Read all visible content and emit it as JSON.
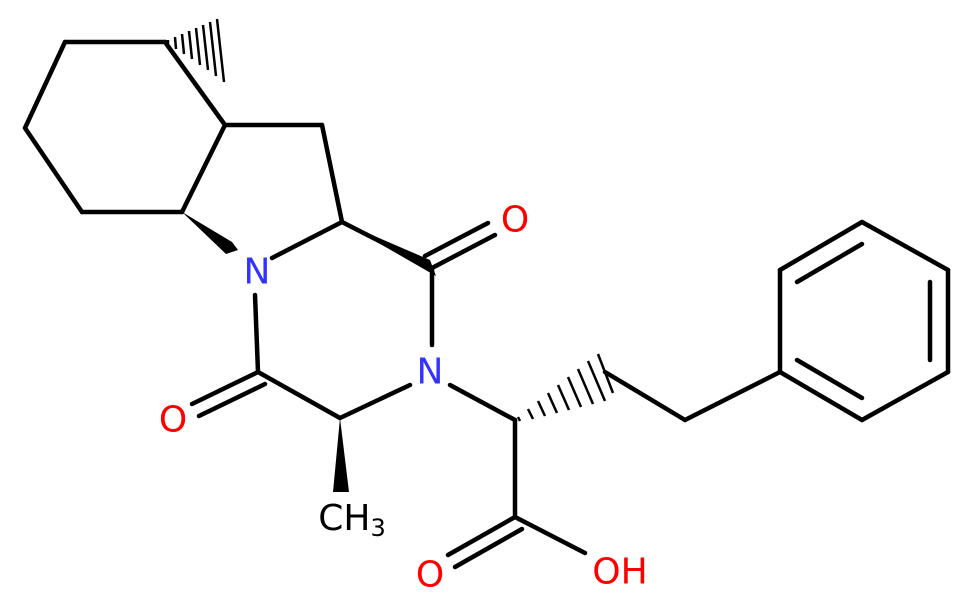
{
  "molecule": {
    "colors": {
      "bond": "#000000",
      "carbon": "#000000",
      "nitrogen": "#3333ff",
      "oxygen": "#ff0000"
    },
    "labels": {
      "n_ring": "N",
      "n_amide": "N",
      "o_upper": "O",
      "o_lower": "O",
      "o_acid": "O",
      "oh": "OH",
      "ch3_c": "CH",
      "ch3_sub": "3"
    }
  }
}
